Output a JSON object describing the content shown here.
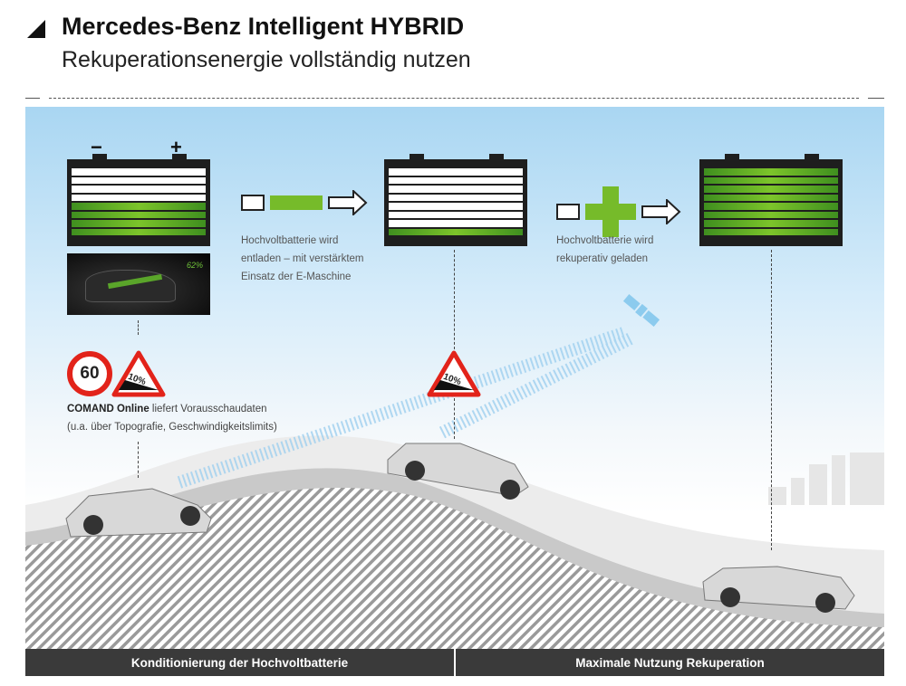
{
  "header": {
    "title": "Mercedes-Benz Intelligent HYBRID",
    "subtitle": "Rekuperationsenergie vollständig nutzen"
  },
  "batteries": [
    {
      "minus": "−",
      "plus": "+",
      "green_rows": 4,
      "total_rows": 8
    },
    {
      "green_rows": 1,
      "total_rows": 8
    },
    {
      "green_rows": 8,
      "total_rows": 8
    }
  ],
  "screen": {
    "charge_label": "62%"
  },
  "steps": [
    {
      "symbol": "minus",
      "text": [
        "Hochvoltbatterie wird",
        "entladen – mit verstärktem",
        "Einsatz der E-Maschine"
      ]
    },
    {
      "symbol": "plus",
      "text": [
        "Hochvoltbatterie wird",
        "rekuperativ geladen"
      ]
    }
  ],
  "signs": {
    "speed_limit": "60",
    "gradient": "10%"
  },
  "comand": {
    "bold": "COMAND Online",
    "rest": " liefert Vorausschaudaten",
    "line2": "(u.a. über Topografie, Geschwindigkeitslimits)"
  },
  "footer": {
    "left": "Konditionierung der Hochvoltbatterie",
    "right": "Maximale Nutzung Rekuperation"
  },
  "colors": {
    "green": "#76bb2a",
    "red": "#e2231a",
    "dark": "#3a3a3a"
  }
}
